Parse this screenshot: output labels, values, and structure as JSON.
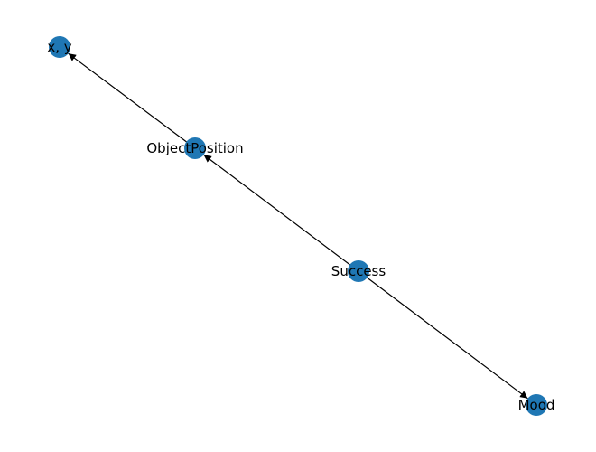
{
  "graph": {
    "node_color": "#1f77b4",
    "edge_color": "#000000",
    "directed": true,
    "nodes": [
      {
        "id": "xy",
        "label": "x, y"
      },
      {
        "id": "objpos",
        "label": "ObjectPosition"
      },
      {
        "id": "success",
        "label": "Success"
      },
      {
        "id": "mood",
        "label": "Mood"
      }
    ],
    "edges": [
      {
        "from": "objpos",
        "to": "xy"
      },
      {
        "from": "success",
        "to": "objpos"
      },
      {
        "from": "success",
        "to": "mood"
      }
    ]
  }
}
